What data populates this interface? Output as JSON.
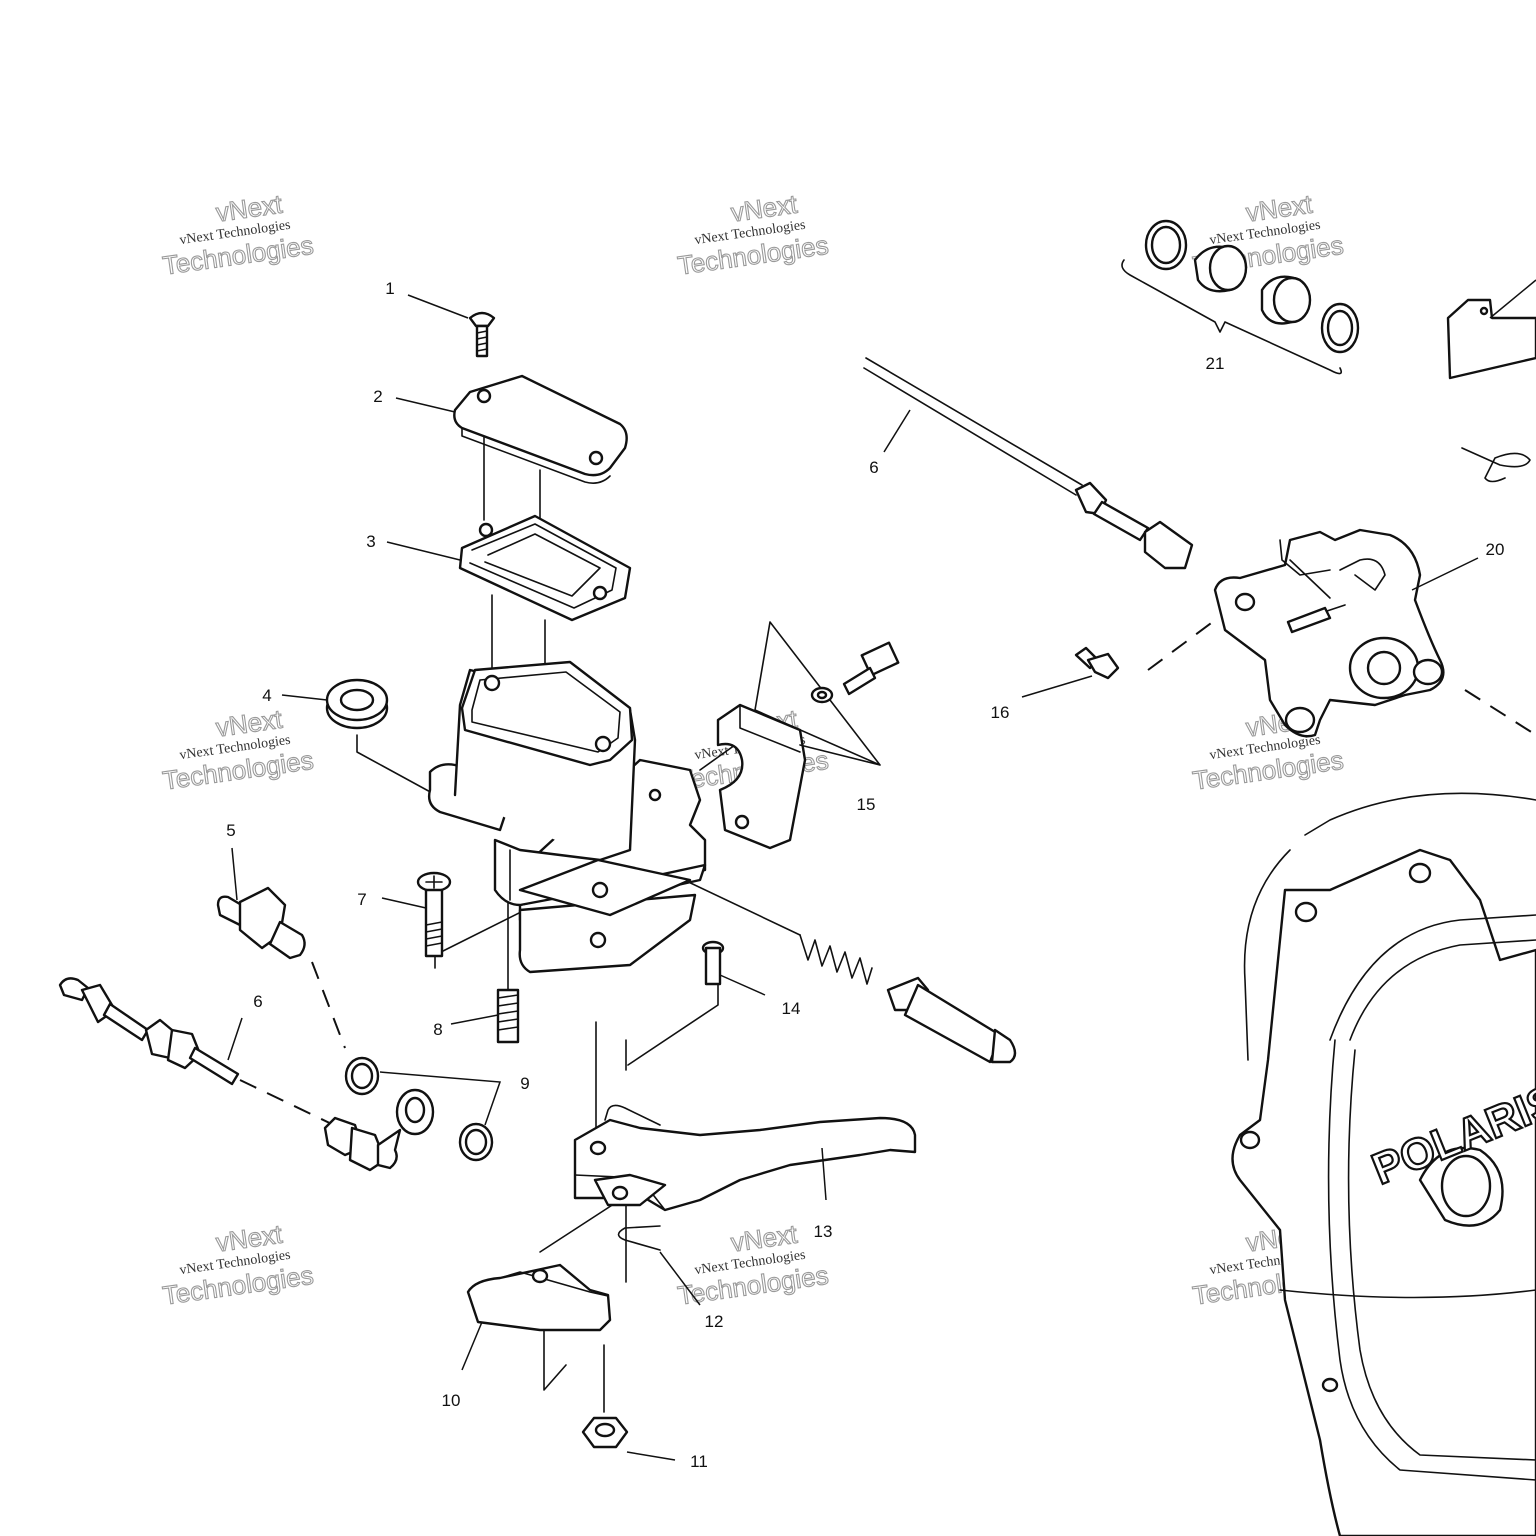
{
  "callouts": [
    {
      "id": "c1",
      "text": "1"
    },
    {
      "id": "c2",
      "text": "2"
    },
    {
      "id": "c3",
      "text": "3"
    },
    {
      "id": "c4",
      "text": "4"
    },
    {
      "id": "c5",
      "text": "5"
    },
    {
      "id": "c6a",
      "text": "6"
    },
    {
      "id": "c6b",
      "text": "6"
    },
    {
      "id": "c7",
      "text": "7"
    },
    {
      "id": "c8",
      "text": "8"
    },
    {
      "id": "c9",
      "text": "9"
    },
    {
      "id": "c10",
      "text": "10"
    },
    {
      "id": "c11",
      "text": "11"
    },
    {
      "id": "c12",
      "text": "12"
    },
    {
      "id": "c13",
      "text": "13"
    },
    {
      "id": "c14",
      "text": "14"
    },
    {
      "id": "c15",
      "text": "15"
    },
    {
      "id": "c16",
      "text": "16"
    },
    {
      "id": "c20",
      "text": "20"
    },
    {
      "id": "c21",
      "text": "21"
    }
  ],
  "watermark": {
    "line1": "vNext Technologies",
    "line2": "Technologies",
    "line3": "vNext"
  },
  "logo": {
    "text": "POLARIS"
  },
  "colors": {
    "ink": "#111111",
    "paper": "#ffffff",
    "watermark": "#9a9a9a"
  }
}
